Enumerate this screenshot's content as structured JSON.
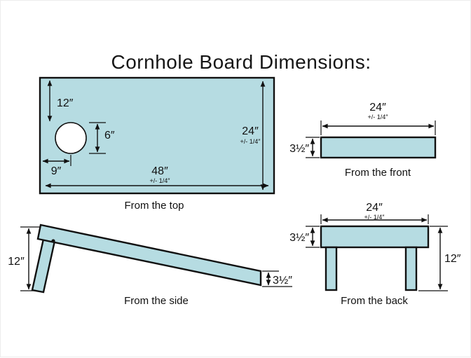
{
  "title": "Cornhole Board Dimensions:",
  "colors": {
    "board_fill": "#b6dce2",
    "line": "#111111",
    "hole_fill": "#ffffff"
  },
  "views": {
    "top": {
      "caption": "From the top",
      "dims": {
        "top_to_hole": "12″",
        "hole_diameter": "6″",
        "edge_to_hole": "9″",
        "length": "48″",
        "length_tol": "+/- 1/4″",
        "width": "24″",
        "width_tol": "+/- 1/4″"
      }
    },
    "front": {
      "caption": "From the front",
      "dims": {
        "width": "24″",
        "width_tol": "+/- 1/4″",
        "height": "3½″"
      }
    },
    "side": {
      "caption": "From the side",
      "dims": {
        "back_height": "12″",
        "front_height": "3½″"
      }
    },
    "back": {
      "caption": "From the back",
      "dims": {
        "width": "24″",
        "width_tol": "+/- 1/4″",
        "board_thickness": "3½″",
        "total_height": "12″"
      }
    }
  }
}
